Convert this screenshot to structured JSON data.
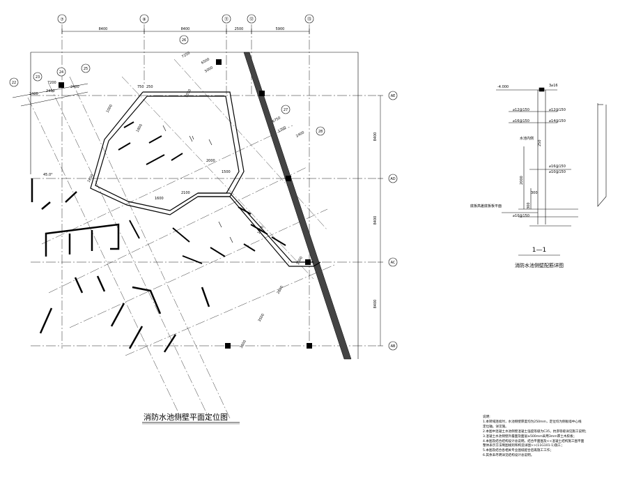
{
  "plan": {
    "title": "消防水池侧壁平面定位图",
    "top_axes": [
      "⑦",
      "⑨",
      "⑪",
      "⑫",
      "⑬"
    ],
    "top_dims": [
      "8400",
      "8400",
      "2500",
      "5900"
    ],
    "right_axes": [
      "AE",
      "AD",
      "AC",
      "AB"
    ],
    "right_dims": [
      "8400",
      "8400",
      "8400"
    ],
    "skew_axes": [
      "22",
      "23",
      "24",
      "25",
      "26",
      "27",
      "28"
    ],
    "left_dims": [
      "2400",
      "2400",
      "2400",
      "7200"
    ],
    "wall_dims": [
      "7250",
      "6500",
      "5000",
      "2000",
      "1500",
      "2100",
      "1600",
      "1650",
      "1000",
      "1100",
      "1550",
      "1800",
      "750",
      "250",
      "1700",
      "2400",
      "6750",
      "2800",
      "3500",
      "3500",
      "1000"
    ],
    "angle": "45.0°"
  },
  "detail": {
    "title": "消防水池侧壁配筋详图",
    "section": "1—1",
    "elevation": "-4.000",
    "top_bar": "3⌀16",
    "labels": [
      "⌀12@150",
      "⌀12@150",
      "⌀16@150",
      "⌀14@150",
      "水池内侧",
      "⌀16@150",
      "⌀10@150",
      "底板高差底板板平面",
      "⌀10@150"
    ],
    "dims": [
      "250",
      "2000",
      "300",
      "300"
    ]
  },
  "notes": {
    "header": "说明:",
    "items": [
      "1.本转域连续时，水池侧壁厚度均为250mm，定位均为侧板墙中心线",
      "  定位轴。详见施。",
      "2.本图中混凝土水池侧壁混凝土强度等级为C35，抗渗等级详见施工说明；",
      "3.混凝土水池侧壁外露面及面层≥500mm采用3mm厚土木胶板；",
      "4.本图及结合结构设计总说明。结合平面图及<<混凝土结构施工图平面",
      "  整体表示方法制图规则和构造详图>>(11G101-1)施工；",
      "5.本图及结合各相关专业图纸配合后再施工工作；",
      "6.其余未尽明详见结构设计总说明。"
    ]
  }
}
